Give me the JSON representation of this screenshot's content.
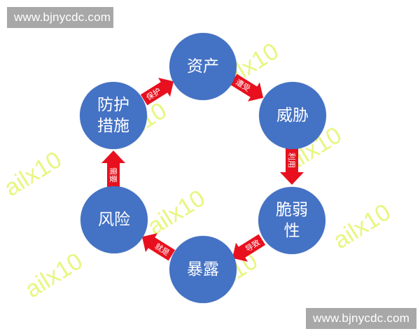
{
  "watermarks": {
    "site_url": "www.bjnycdc.com",
    "tag": "ailx10"
  },
  "diagram": {
    "title": "",
    "node_color": "#4472c4",
    "arrow_color": "#e8101e",
    "watermark_color": "#e4f56a",
    "nodes": [
      {
        "id": "asset",
        "label": "资产"
      },
      {
        "id": "threat",
        "label": "威胁"
      },
      {
        "id": "vulnerability",
        "label": "脆弱\n性"
      },
      {
        "id": "exposure",
        "label": "暴露"
      },
      {
        "id": "risk",
        "label": "风险"
      },
      {
        "id": "protection",
        "label": "防护\n措施"
      }
    ],
    "edges": [
      {
        "from": "protection",
        "to": "asset",
        "label": "保护"
      },
      {
        "from": "asset",
        "to": "threat",
        "label": "遭受"
      },
      {
        "from": "threat",
        "to": "vulnerability",
        "label": "利用"
      },
      {
        "from": "vulnerability",
        "to": "exposure",
        "label": "导致"
      },
      {
        "from": "exposure",
        "to": "risk",
        "label": "就是"
      },
      {
        "from": "risk",
        "to": "protection",
        "label": "需要"
      }
    ]
  }
}
